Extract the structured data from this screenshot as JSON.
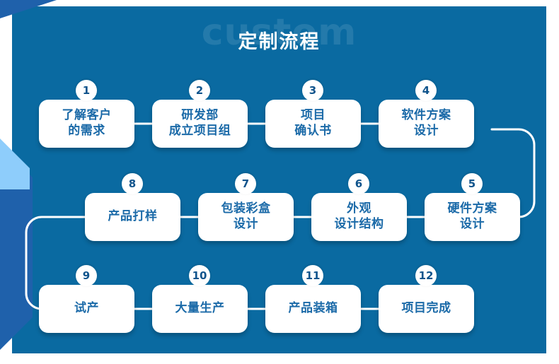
{
  "header": {
    "watermark": "custom",
    "title": "定制流程"
  },
  "colors": {
    "background": "#0a6aa1",
    "accent_medium": "#1f61ab",
    "accent_light": "#8ecdfb",
    "box_fill": "#ffffff",
    "box_text": "#1b6aa8",
    "badge_text": "#10548c",
    "connector": "#ffffff"
  },
  "steps": [
    {
      "number": "1",
      "label": "了解客户\n的需求",
      "row": 1,
      "col": 1
    },
    {
      "number": "2",
      "label": "研发部\n成立项目组",
      "row": 1,
      "col": 2
    },
    {
      "number": "3",
      "label": "项目\n确认书",
      "row": 1,
      "col": 3
    },
    {
      "number": "4",
      "label": "软件方案\n设计",
      "row": 1,
      "col": 4
    },
    {
      "number": "8",
      "label": "产品打样",
      "row": 2,
      "col": 1
    },
    {
      "number": "7",
      "label": "包装彩盒\n设计",
      "row": 2,
      "col": 2
    },
    {
      "number": "6",
      "label": "外观\n设计结构",
      "row": 2,
      "col": 3
    },
    {
      "number": "5",
      "label": "硬件方案\n设计",
      "row": 2,
      "col": 4
    },
    {
      "number": "9",
      "label": "试产",
      "row": 3,
      "col": 1
    },
    {
      "number": "10",
      "label": "大量生产",
      "row": 3,
      "col": 2
    },
    {
      "number": "11",
      "label": "产品装箱",
      "row": 3,
      "col": 3
    },
    {
      "number": "12",
      "label": "项目完成",
      "row": 3,
      "col": 4
    }
  ]
}
